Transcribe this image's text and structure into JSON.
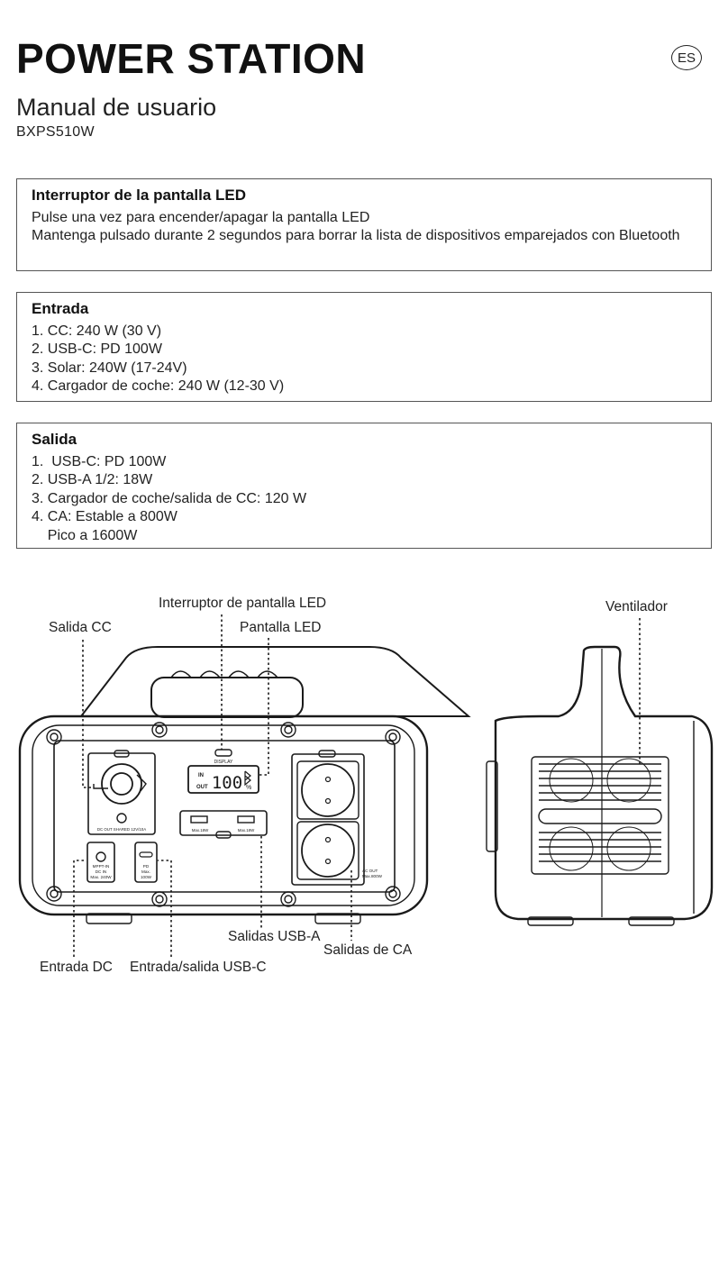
{
  "header": {
    "title": "POWER STATION",
    "language_badge": "ES",
    "subtitle": "Manual de usuario",
    "model": "BXPS510W"
  },
  "sections": {
    "led_switch": {
      "heading": "Interruptor de la pantalla LED",
      "lines": [
        "Pulse una vez para encender/apagar la pantalla LED",
        "Mantenga pulsado durante 2 segundos para borrar la lista de dispositivos emparejados con Bluetooth"
      ]
    },
    "input": {
      "heading": "Entrada",
      "lines": [
        "1. CC: 240 W (30 V)",
        "2. USB-C: PD 100W",
        "3. Solar: 240W (17-24V)",
        "4. Cargador de coche: 240 W (12-30 V)"
      ]
    },
    "output": {
      "heading": "Salida",
      "lines": [
        "1.  USB-C: PD 100W",
        "2. USB-A 1/2: 18W",
        "3. Cargador de coche/salida de CC: 120 W",
        "4. CA: Estable a 800W",
        "    Pico a 1600W"
      ]
    }
  },
  "diagram": {
    "callouts": {
      "led_switch": "Interruptor de pantalla LED",
      "dc_output": "Salida CC",
      "led_display": "Pantalla LED",
      "fan": "Ventilador",
      "usb_a_outputs": "Salidas USB-A",
      "ac_outputs": "Salidas de CA",
      "dc_input": "Entrada DC",
      "usb_c_io": "Entrada/salida USB-C"
    },
    "panel_text": {
      "display_button": "DISPLAY",
      "in": "IN",
      "out": "OUT",
      "readout": "100",
      "percent": "%",
      "dc_out_shared": "DC OUT SHARED 12V/10A",
      "usb_a_left": "Max.18W",
      "usb_a_right": "Max.18W",
      "mppt_1": "MPPT-IN",
      "mppt_2": "DC IN",
      "mppt_3": "Max. 240W",
      "pd_1": "PD",
      "pd_2": "Max.",
      "pd_3": "100W",
      "ac_out_1": "AC OUT",
      "ac_out_2": "Max.800W"
    },
    "colors": {
      "stroke": "#1a1a1a"
    },
    "icons": [
      "bluetooth-icon",
      "car-socket-icon",
      "ac-socket-icon",
      "usb-a-port-icon",
      "usb-c-port-icon",
      "screw-icon",
      "fan-grille-icon"
    ]
  }
}
